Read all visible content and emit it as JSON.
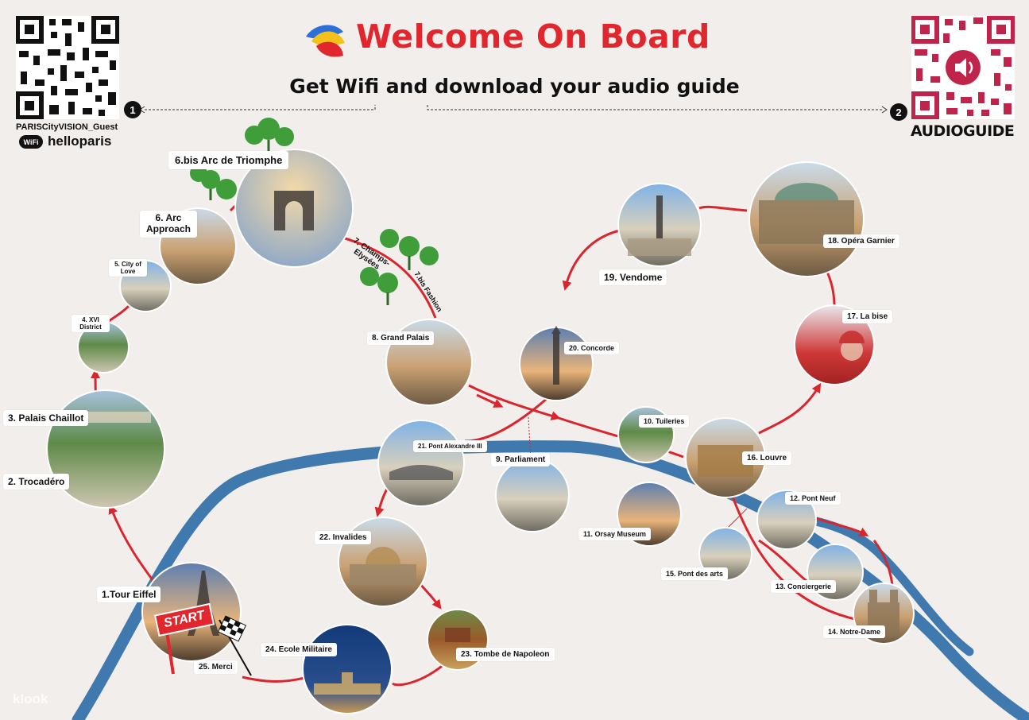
{
  "header": {
    "title": "Welcome On Board",
    "subtitle": "Get Wifi and download your audio guide"
  },
  "wifi": {
    "step": "1",
    "ssid": "PARISCityVISION_Guest",
    "badge": "WiFi",
    "password": "helloparis"
  },
  "audioguide": {
    "step": "2",
    "label": "AUDIOGUIDE"
  },
  "map": {
    "start_badge": "START",
    "watermark": "klook",
    "roads": [
      "7. Champs-Elysées",
      "7.bis Fashion"
    ],
    "stops": [
      {
        "num": "1",
        "label": "1.Tour Eiffel",
        "icon": "eiffel-tower-icon"
      },
      {
        "num": "2",
        "label": "2. Trocadéro",
        "icon": "plaza-icon"
      },
      {
        "num": "3",
        "label": "3. Palais Chaillot",
        "icon": "palace-icon"
      },
      {
        "num": "4",
        "label": "4. XVI District",
        "icon": "building-icon"
      },
      {
        "num": "5",
        "label": "5. City of Love",
        "icon": "couple-icon"
      },
      {
        "num": "6",
        "label": "6. Arc Approach",
        "icon": "arch-icon"
      },
      {
        "num": "6bis",
        "label": "6.bis Arc de Triomphe",
        "icon": "arc-de-triomphe-icon"
      },
      {
        "num": "8",
        "label": "8. Grand Palais",
        "icon": "grand-palais-icon"
      },
      {
        "num": "9",
        "label": "9. Parliament",
        "icon": "parliament-icon"
      },
      {
        "num": "10",
        "label": "10. Tuileries",
        "icon": "garden-icon"
      },
      {
        "num": "11",
        "label": "11. Orsay Museum",
        "icon": "museum-icon"
      },
      {
        "num": "12",
        "label": "12. Pont Neuf",
        "icon": "bridge-icon"
      },
      {
        "num": "13",
        "label": "13. Conciergerie",
        "icon": "castle-icon"
      },
      {
        "num": "14",
        "label": "14. Notre-Dame",
        "icon": "cathedral-icon"
      },
      {
        "num": "15",
        "label": "15. Pont des arts",
        "icon": "bridge-icon"
      },
      {
        "num": "16",
        "label": "16. Louvre",
        "icon": "louvre-icon"
      },
      {
        "num": "17",
        "label": "17. La bise",
        "icon": "kiss-icon"
      },
      {
        "num": "18",
        "label": "18. Opéra Garnier",
        "icon": "opera-icon"
      },
      {
        "num": "19",
        "label": "19. Vendome",
        "icon": "column-icon"
      },
      {
        "num": "20",
        "label": "20. Concorde",
        "icon": "obelisk-icon"
      },
      {
        "num": "21",
        "label": "21. Pont Alexandre III",
        "icon": "bridge-icon"
      },
      {
        "num": "22",
        "label": "22. Invalides",
        "icon": "dome-icon"
      },
      {
        "num": "23",
        "label": "23. Tombe de Napoleon",
        "icon": "tomb-icon"
      },
      {
        "num": "24",
        "label": "24. Ecole Militaire",
        "icon": "school-icon"
      },
      {
        "num": "25",
        "label": "25. Merci",
        "icon": "finish-flag-icon"
      }
    ]
  },
  "colors": {
    "title_red": "#e2262e",
    "route_red": "#d9262e",
    "river_blue": "#3f79ae",
    "background": "#f1eeec",
    "qr_pink": "#c0244a"
  }
}
